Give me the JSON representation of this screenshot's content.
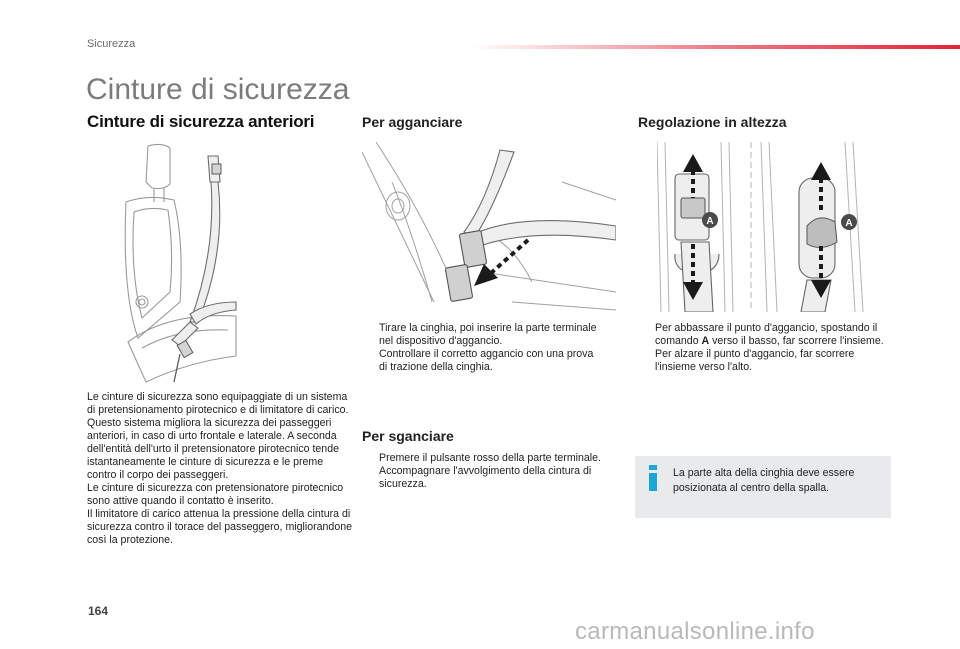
{
  "header": {
    "section": "Sicurezza",
    "title": "Cinture di sicurezza"
  },
  "left_column": {
    "heading": "Cinture di sicurezza anteriori",
    "paragraphs": [
      "Le cinture di sicurezza sono equipaggiate di un sistema di pretensionamento pirotecnico e di limitatore di carico.",
      "Questo sistema migliora la sicurezza dei passeggeri anteriori, in caso di urto frontale e laterale. A seconda dell'entità dell'urto il pretensionatore pirotecnico tende istantaneamente le cinture di sicurezza e le preme contro il corpo dei passeggeri.",
      "Le cinture di sicurezza con pretensionatore pirotecnico sono attive quando il contatto è inserito.",
      "Il limitatore di carico attenua la pressione della cintura di sicurezza contro il torace del passeggero, migliorandone così la protezione."
    ]
  },
  "middle_column": {
    "fasten_heading": "Per agganciare",
    "fasten_steps": [
      "Tirare la cinghia, poi inserire la parte terminale nel dispositivo d'aggancio.",
      "Controllare il corretto aggancio con una prova di trazione della cinghia."
    ],
    "unfasten_heading": "Per sganciare",
    "unfasten_steps": [
      "Premere il pulsante rosso della parte terminale.",
      "Accompagnare l'avvolgimento della cintura di sicurezza."
    ]
  },
  "right_column": {
    "heading": "Regolazione in altezza",
    "steps": [
      "Per abbassare il punto d'aggancio, spostando il comando A verso il basso, far scorrere l'insieme.",
      "Per alzare il punto d'aggancio, far scorrere l'insieme verso l'alto."
    ],
    "callout_letter": "A",
    "info": "La parte alta della cinghia deve essere posizionata al centro della spalla."
  },
  "bullet_symbol": "",
  "footer": {
    "page_number": "164",
    "watermark": "carmanualsonline.info"
  },
  "colors": {
    "accent_red": "#e52438",
    "info_blue": "#1ba6d6",
    "info_bg": "#e9eaec"
  },
  "icons": [
    "seat-belt-illustration",
    "buckle-illustration",
    "height-adjust-illustration",
    "info-icon"
  ]
}
